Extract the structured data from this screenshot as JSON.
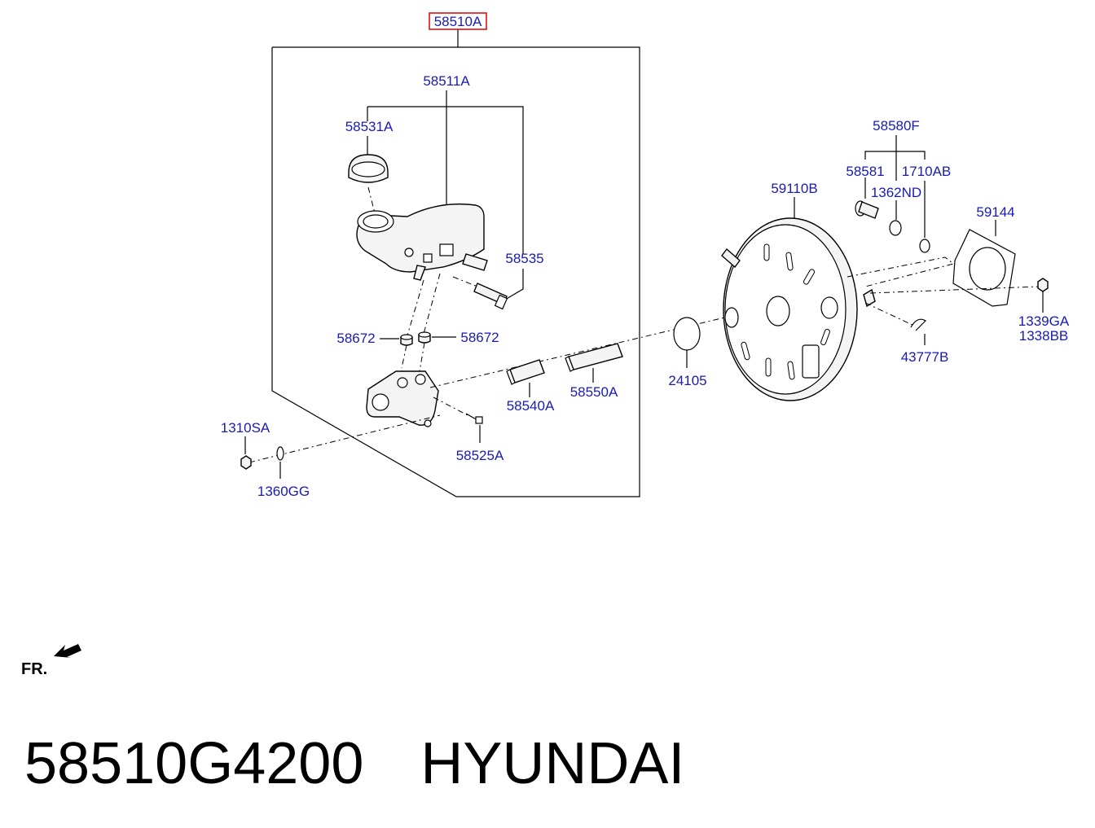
{
  "labels": {
    "assembly": "58510A",
    "reservoir": "58511A",
    "cap": "58531A",
    "sensor_bolt": "58535",
    "grommet_left": "58672",
    "grommet_right": "58672",
    "nut": "1310SA",
    "washer": "1360GG",
    "screw": "58525A",
    "pushrod_a": "58540A",
    "pushrod_b": "58550A",
    "oring": "24105",
    "booster": "59110B",
    "pin_kit": "58580F",
    "pin": "58581",
    "clip_ring": "1362ND",
    "snap_ring": "1710AB",
    "gasket": "59144",
    "nut_a": "1339GA",
    "nut_b": "1338BB",
    "clip": "43777B"
  },
  "front_marker": "FR.",
  "footer": {
    "part_number": "58510G4200",
    "brand": "HYUNDAI"
  },
  "colors": {
    "label": "#1a1ab4",
    "highlight_box": "#e01010"
  }
}
